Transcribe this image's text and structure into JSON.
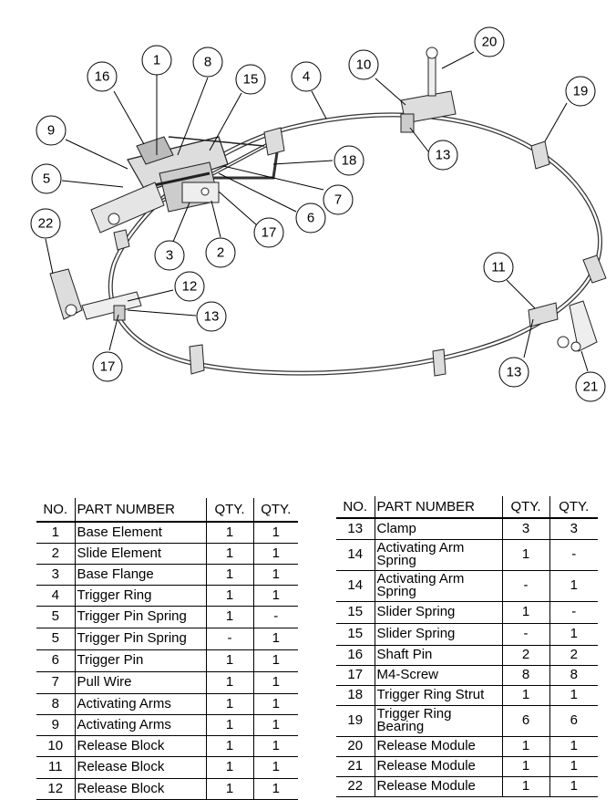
{
  "drawing": {
    "balloons": [
      "1",
      "8",
      "15",
      "16",
      "4",
      "10",
      "20",
      "19",
      "9",
      "5",
      "22",
      "18",
      "7",
      "6",
      "17",
      "3",
      "2",
      "13",
      "11",
      "12",
      "13",
      "17",
      "13",
      "21"
    ]
  },
  "bom_left": {
    "headers": [
      "NO.",
      "PART NUMBER",
      "QTY.",
      "QTY."
    ],
    "rows": [
      [
        "1",
        "Base Element",
        "1",
        "1"
      ],
      [
        "2",
        "Slide Element",
        "1",
        "1"
      ],
      [
        "3",
        "Base Flange",
        "1",
        "1"
      ],
      [
        "4",
        "Trigger Ring",
        "1",
        "1"
      ],
      [
        "5",
        "Trigger Pin Spring",
        "1",
        "-"
      ],
      [
        "5",
        "Trigger Pin Spring",
        "-",
        "1"
      ],
      [
        "6",
        "Trigger Pin",
        "1",
        "1"
      ],
      [
        "7",
        "Pull Wire",
        "1",
        "1"
      ],
      [
        "8",
        "Activating Arms",
        "1",
        "1"
      ],
      [
        "9",
        "Activating Arms",
        "1",
        "1"
      ],
      [
        "10",
        "Release Block",
        "1",
        "1"
      ],
      [
        "11",
        "Release Block",
        "1",
        "1"
      ],
      [
        "12",
        "Release Block",
        "1",
        "1"
      ]
    ]
  },
  "bom_right": {
    "headers": [
      "NO.",
      "PART NUMBER",
      "QTY.",
      "QTY."
    ],
    "rows": [
      [
        "13",
        "Clamp",
        "3",
        "3"
      ],
      [
        "14",
        "Activating Arm Spring",
        "1",
        "-"
      ],
      [
        "14",
        "Activating Arm Spring",
        "-",
        "1"
      ],
      [
        "15",
        "Slider Spring",
        "1",
        "-"
      ],
      [
        "15",
        "Slider Spring",
        "-",
        "1"
      ],
      [
        "16",
        "Shaft Pin",
        "2",
        "2"
      ],
      [
        "17",
        "M4-Screw",
        "8",
        "8"
      ],
      [
        "18",
        "Trigger Ring Strut",
        "1",
        "1"
      ],
      [
        "19",
        "Trigger Ring Bearing",
        "6",
        "6"
      ],
      [
        "20",
        "Release Module",
        "1",
        "1"
      ],
      [
        "21",
        "Release Module",
        "1",
        "1"
      ],
      [
        "22",
        "Release Module",
        "1",
        "1"
      ]
    ]
  }
}
